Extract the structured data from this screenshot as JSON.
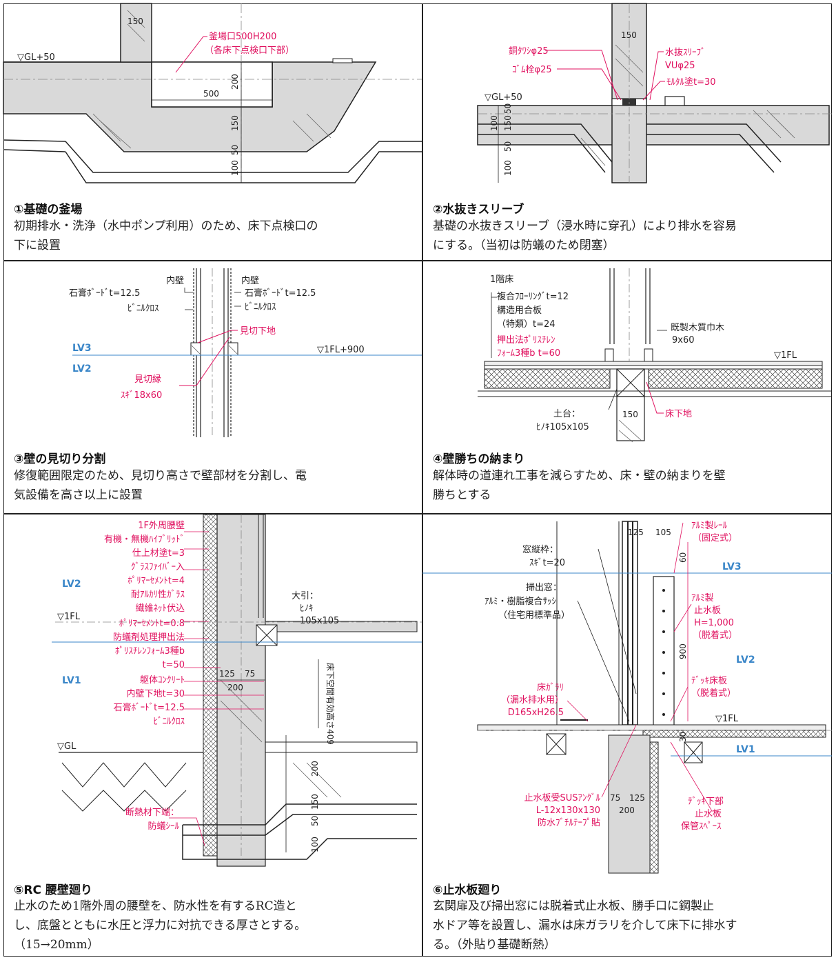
{
  "panels": [
    {
      "title": "①基礎の釜場",
      "body": [
        "初期排水・洗浄（水中ポンプ利用）のため、床下点検口の",
        "下に設置"
      ],
      "labels": {
        "red1": "釜場口500H200",
        "red2": "（各床下点検口下部）",
        "gl": "▽GL+50"
      },
      "dims": [
        "150",
        "200",
        "500",
        "150",
        "50",
        "100"
      ]
    },
    {
      "title": "②水抜きスリーブ",
      "body": [
        "基礎の水抜きスリーブ（浸水時に穿孔）により排水を容易",
        "にする。（当初は防蟻のため閉塞）"
      ],
      "labels": {
        "red1": "銅ﾀﾜｼφ25",
        "red2": "ｺﾞﾑ栓φ25",
        "red3": "水抜ｽﾘｰﾌﾞ",
        "red4": "VUφ25",
        "red5": "ﾓﾙﾀﾙ塗t=30",
        "gl": "▽GL+50"
      },
      "dims": [
        "150",
        "150",
        "50",
        "100",
        "50",
        "100"
      ]
    },
    {
      "title": "③壁の見切り分割",
      "body": [
        "修復範囲限定のため、見切り高さで壁部材を分割し、電",
        "気設備を高さ以上に設置"
      ],
      "labels": {
        "l1": "内壁",
        "l2": "石膏ﾎﾞｰﾄﾞt=12.5",
        "l3": "ﾋﾞﾆﾙｸﾛｽ",
        "r1": "内壁",
        "r2": "石膏ﾎﾞｰﾄﾞt=12.5",
        "r3": "ﾋﾞﾆﾙｸﾛｽ",
        "red1": "見切下地",
        "red2": "見切縁",
        "red3": "ｽｷﾞ18x60",
        "lv3": "LV3",
        "lv2": "LV2",
        "fl": "▽1FL+900"
      }
    },
    {
      "title": "④壁勝ちの納まり",
      "body": [
        "解体時の道連れ工事を減らすため、床・壁の納まりを壁",
        "勝ちとする"
      ],
      "labels": {
        "l1": "1階床",
        "l2": "複合ﾌﾛｰﾘﾝｸﾞt=12",
        "l3": "構造用合板",
        "l4": "（特類）t=24",
        "red1": "押出法ﾎﾟﾘｽﾁﾚﾝ",
        "red2": "ﾌｫｰﾑ3種b t=60",
        "r1": "既製木質巾木",
        "r2": "9x60",
        "fl": "▽1FL",
        "b1": "土台：",
        "b2": "ﾋﾉｷ105x105",
        "b3": "150",
        "red3": "床下地"
      }
    },
    {
      "title": "⑤RC 腰壁廻り",
      "body": [
        "止水のため1階外周の腰壁を、防水性を有するRC造と",
        "し、底盤とともに水圧と浮力に対抗できる厚さとする。",
        "（15→20mm）"
      ],
      "labels": {
        "reds": [
          "1F外周腰壁",
          "有機・無機ﾊｲﾌﾞﾘｯﾄﾞ",
          "仕上材塗t=3",
          "ｸﾞﾗｽﾌｧｲﾊﾞｰ入",
          "ﾎﾟﾘﾏｰｾﾒﾝﾄt=4",
          "耐ｱﾙｶﾘ性ｶﾞﾗｽ",
          "繊維ﾈｯﾄ伏込",
          "ﾎﾟﾘﾏｰｾﾒﾝﾄt=0.8",
          "防蟻剤処理押出法",
          "ﾎﾟﾘｽﾁﾚﾝﾌｫｰﾑ3種b",
          "t=50",
          "躯体ｺﾝｸﾘｰﾄ",
          "内壁下地t=30",
          "石膏ﾎﾞｰﾄﾞt=12.5",
          "ﾋﾞﾆﾙｸﾛｽ"
        ],
        "lv2": "LV2",
        "lv1": "LV1",
        "fl": "▽1FL",
        "gl": "▽GL",
        "r1": "大引：",
        "r2": "ﾋﾉｷ",
        "r3": "105x105",
        "vt": "床下空間有効高さ409",
        "red_b1": "断熱材下端：",
        "red_b2": "防蟻ｼｰﾙ",
        "d1": "125",
        "d2": "75",
        "d3": "200",
        "d4": "200",
        "d5": "150",
        "d6": "50",
        "d7": "100"
      }
    },
    {
      "title": "⑥止水板廻り",
      "body": [
        "玄関扉及び掃出窓には脱着式止水板、勝手口に鋼製止",
        "水ドア等を設置し、漏水は床ガラリを介して床下に排水す",
        "る。（外貼り基礎断熱）"
      ],
      "labels": {
        "l1": "窓縦枠：",
        "l2": "ｽｷﾞt=20",
        "l3": "掃出窓：",
        "l4": "ｱﾙﾐ・樹脂複合ｻｯｼ",
        "l5": "（住宅用標準品）",
        "r1": "ｱﾙﾐ製ﾚｰﾙ",
        "r2": "（固定式）",
        "r3": "ｱﾙﾐ製",
        "r4": "止水板",
        "r5": "H=1,000",
        "r6": "（脱着式）",
        "r7": "ﾃﾞｯｷ床板",
        "r8": "（脱着式）",
        "g1": "床ｶﾞﾗﾘ",
        "g2": "（漏水排水用）",
        "g3": "D165xH26.5",
        "s1": "止水板受SUSｱﾝｸﾞﾙ",
        "s2": "L-12x130x130",
        "s3": "防水ﾌﾞﾁﾙﾃｰﾌﾟ貼",
        "d1": "ﾃﾞｯｷ下部",
        "d2": "止水板",
        "d3": "保管ｽﾍﾟｰｽ",
        "lv3": "LV3",
        "lv2": "LV2",
        "lv1": "LV1",
        "fl": "▽1FL",
        "n1": "125",
        "n2": "105",
        "n3": "60",
        "n4": "900",
        "n5": "75",
        "n6": "125",
        "n7": "200",
        "n8": "30"
      }
    }
  ]
}
